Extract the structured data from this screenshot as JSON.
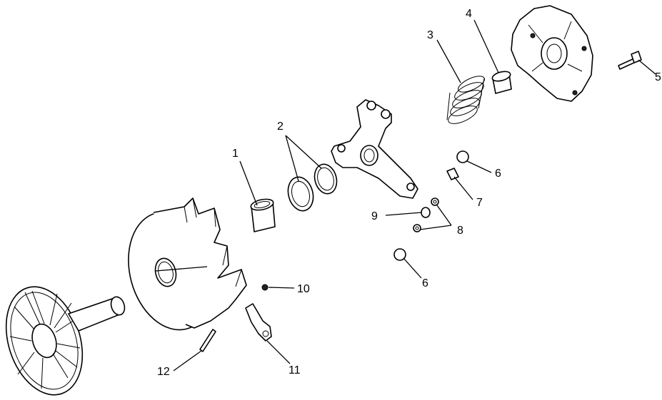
{
  "callouts": {
    "c1": "1",
    "c2": "2",
    "c3": "3",
    "c4": "4",
    "c5": "5",
    "c6a": "6",
    "c6b": "6",
    "c7": "7",
    "c8": "8",
    "c9": "9",
    "c10": "10",
    "c11": "11",
    "c12": "12"
  }
}
